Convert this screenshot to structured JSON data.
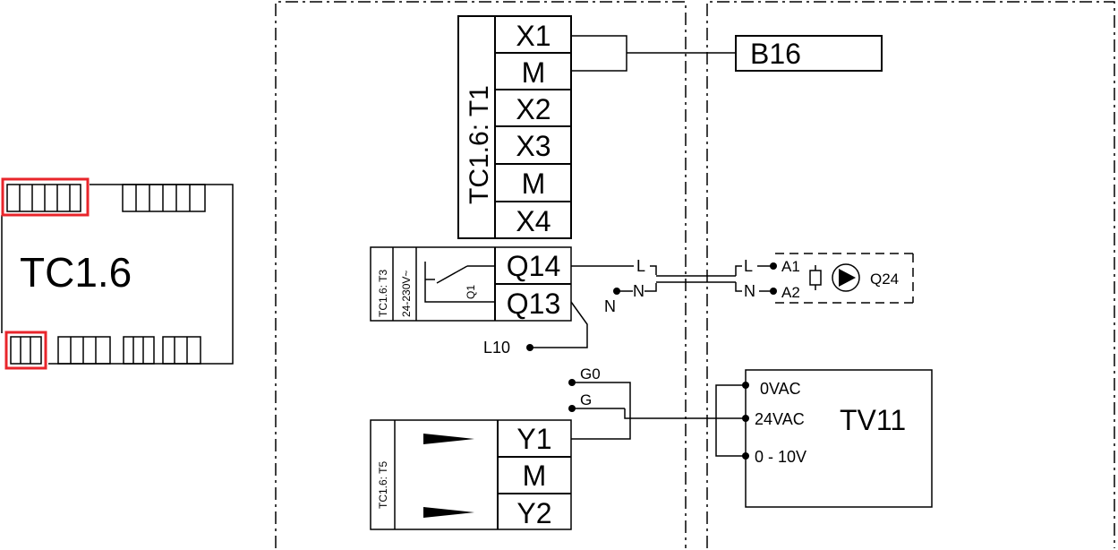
{
  "controller": {
    "name": "TC1.6"
  },
  "t1": {
    "label": "TC1.6:  T1",
    "terminals": [
      "X1",
      "M",
      "X2",
      "X3",
      "M",
      "X4"
    ]
  },
  "b16": {
    "label": "B16"
  },
  "t3": {
    "label": "TC1.6:  T3",
    "voltage": "24-230V~",
    "relay": "Q1",
    "terminals": [
      "Q14",
      "Q13"
    ],
    "l10": "L10",
    "l": "L",
    "n": "N",
    "n2": "N"
  },
  "q24": {
    "label": "Q24",
    "l": "L",
    "n": "N",
    "a1": "A1",
    "a2": "A2"
  },
  "t5": {
    "label": "TC1.6:  T5",
    "terminals": [
      "Y1",
      "M",
      "Y2"
    ]
  },
  "g": {
    "g0": "G0",
    "g": "G"
  },
  "tv11": {
    "label": "TV11",
    "inputs": [
      "0VAC",
      "24VAC",
      "0 - 10V"
    ]
  }
}
